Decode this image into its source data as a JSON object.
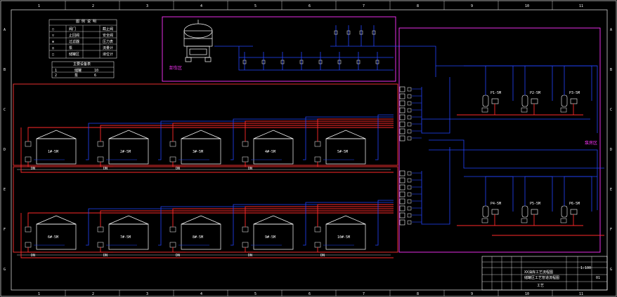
{
  "frame": {
    "col_numbers": [
      "1",
      "2",
      "3",
      "4",
      "5",
      "6",
      "7",
      "8",
      "9",
      "10",
      "11"
    ],
    "row_letters": [
      "A",
      "B",
      "C",
      "D",
      "E",
      "F",
      "G"
    ]
  },
  "tanker_label": "卸车区",
  "pump_area_label": "泵房区",
  "upper_tanks": [
    "1#-5M",
    "2#-5M",
    "3#-5M",
    "4#-5M",
    "5#-5M"
  ],
  "lower_tanks": [
    "6#-5M",
    "7#-5M",
    "8#-5M",
    "9#-5M",
    "10#-5M"
  ],
  "row_labels_upper": [
    "DN",
    "DN",
    "DN",
    "DN"
  ],
  "row_labels_lower": [
    "DN",
    "DN",
    "DN",
    "DN",
    "DN"
  ],
  "upper_pumps": [
    "P1-5M",
    "P2-5M",
    "P3-5M"
  ],
  "lower_pumps": [
    "P4-5M",
    "P5-5M",
    "P6-5M"
  ],
  "legend": {
    "title": "图 例 说 明",
    "rows": [
      [
        "○",
        "阀门",
        "",
        "截止阀"
      ],
      [
        "▽",
        "止回阀",
        "",
        "安全阀"
      ],
      [
        "⊗",
        "过滤器",
        "",
        "压力表"
      ],
      [
        "◎",
        "泵",
        "",
        "流量计"
      ],
      [
        "□",
        "储罐区",
        "",
        "液位计"
      ]
    ]
  },
  "spec_table": {
    "title": "主要设备表",
    "rows": [
      [
        "1",
        "储罐",
        "10"
      ],
      [
        "2",
        "泵",
        "6"
      ]
    ]
  },
  "title_block": {
    "project": "XX油库工艺流程图",
    "drawing": "储罐区工艺管道流程图",
    "sheet": "工艺",
    "scale": "1:100",
    "no": "01"
  }
}
